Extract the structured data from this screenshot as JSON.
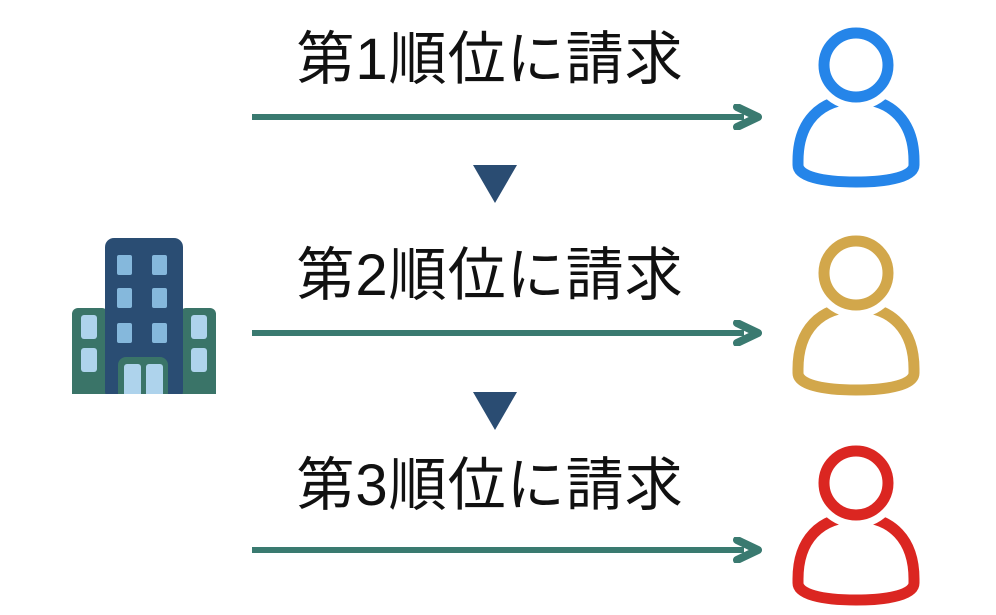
{
  "rows": [
    {
      "label": "第1順位に請求",
      "target_icon": "person-icon-blue"
    },
    {
      "label": "第2順位に請求",
      "target_icon": "person-icon-gold"
    },
    {
      "label": "第3順位に請求",
      "target_icon": "person-icon-red"
    }
  ],
  "icons": {
    "source": "building-icon",
    "arrow": "right-arrow",
    "sequence": "down-triangle-icon"
  },
  "colors": {
    "background": "#FFFFFF",
    "text": "#111111",
    "arrow": "#3A7A70",
    "step_triangle": "#2A4C72",
    "person_1": "#2585E9",
    "person_2": "#D2A74B",
    "person_3": "#DB2621",
    "building_tower": "#2A4D73",
    "building_wing": "#3A7468",
    "building_window": "#85B8DC",
    "building_window_light": "#AED3EC"
  }
}
